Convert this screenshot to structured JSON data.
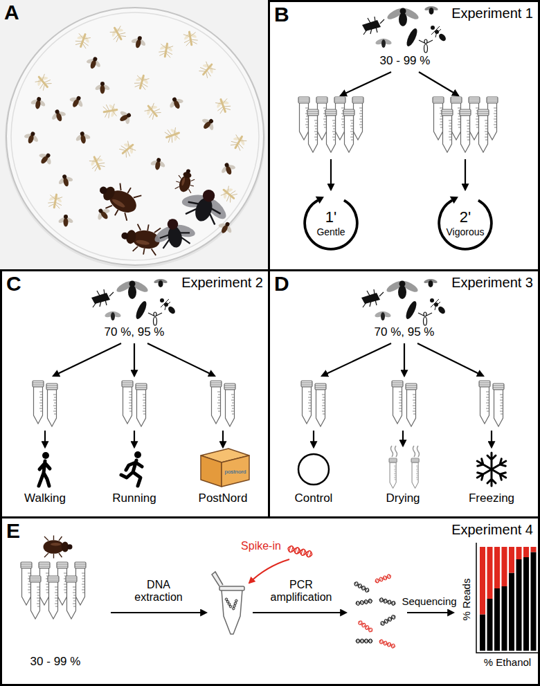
{
  "diagram": {
    "nodes": [
      {
        "text": [
          "A"
        ]
      },
      {
        "text": [
          "B",
          "Experiment 1"
        ]
      },
      {
        "text": [
          "1'",
          "Gentle"
        ],
        "in": 1
      },
      {
        "text": [
          "2'",
          "Vigorous"
        ],
        "in": 1
      },
      {
        "text": [
          "C",
          "Experiment 2"
        ]
      },
      {
        "text": [
          "D",
          "Experiment 3"
        ]
      },
      {
        "text": [
          "E",
          "Experiment 4"
        ]
      }
    ],
    "labels": [
      "30 - 99 %",
      "70 %, 95 %",
      "Walking",
      "Running",
      "PostNord",
      "postnord",
      "70 %, 95 %",
      "Control",
      "Drying",
      "Freezing",
      "30 - 99 %",
      "DNA extraction",
      "Spike-in",
      "PCR amplification",
      "Sequencing",
      "% Reads",
      "% Ethanol"
    ]
  }
}
